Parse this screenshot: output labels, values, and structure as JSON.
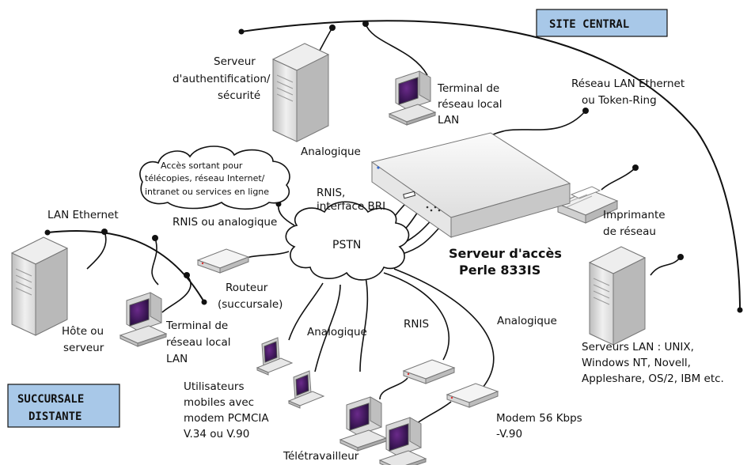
{
  "site_central": "SITE CENTRAL",
  "succursale": [
    "SUCCURSALE",
    "DISTANTE"
  ],
  "auth_server": [
    "Serveur",
    "d'authentification/",
    "sécurité"
  ],
  "terminal_central": [
    "Terminal de",
    "réseau local",
    "LAN"
  ],
  "lan_central": [
    "Réseau LAN Ethernet",
    "ou Token-Ring"
  ],
  "analogique_top": "Analogique",
  "cloud_text": [
    "Accès sortant pour",
    "télécopies, réseau Internet/",
    "intranet ou services en ligne"
  ],
  "rnis_bri": [
    "RNIS,",
    "interface BRI"
  ],
  "printer": [
    "Imprimante",
    "de réseau"
  ],
  "lan_ethernet": "LAN Ethernet",
  "rnis_analog": "RNIS ou analogique",
  "pstn": "PSTN",
  "access_server": [
    "Serveur d'accès",
    "Perle 833IS"
  ],
  "router": [
    "Routeur",
    "(succursale)"
  ],
  "host": [
    "Hôte ou",
    "serveur"
  ],
  "terminal_branch": [
    "Terminal de",
    "réseau local",
    "LAN"
  ],
  "analogique_mid": "Analogique",
  "rnis": "RNIS",
  "analogique_right": "Analogique",
  "lan_servers": [
    "Serveurs LAN : UNIX,",
    "Windows NT, Novell,",
    "Appleshare, OS/2, IBM etc."
  ],
  "mobile_users": [
    "Utilisateurs",
    "mobiles avec",
    "modem PCMCIA",
    "V.34 ou V.90"
  ],
  "modem": [
    "Modem 56 Kbps",
    "-V.90"
  ],
  "teleworker": "Télétravailleur"
}
